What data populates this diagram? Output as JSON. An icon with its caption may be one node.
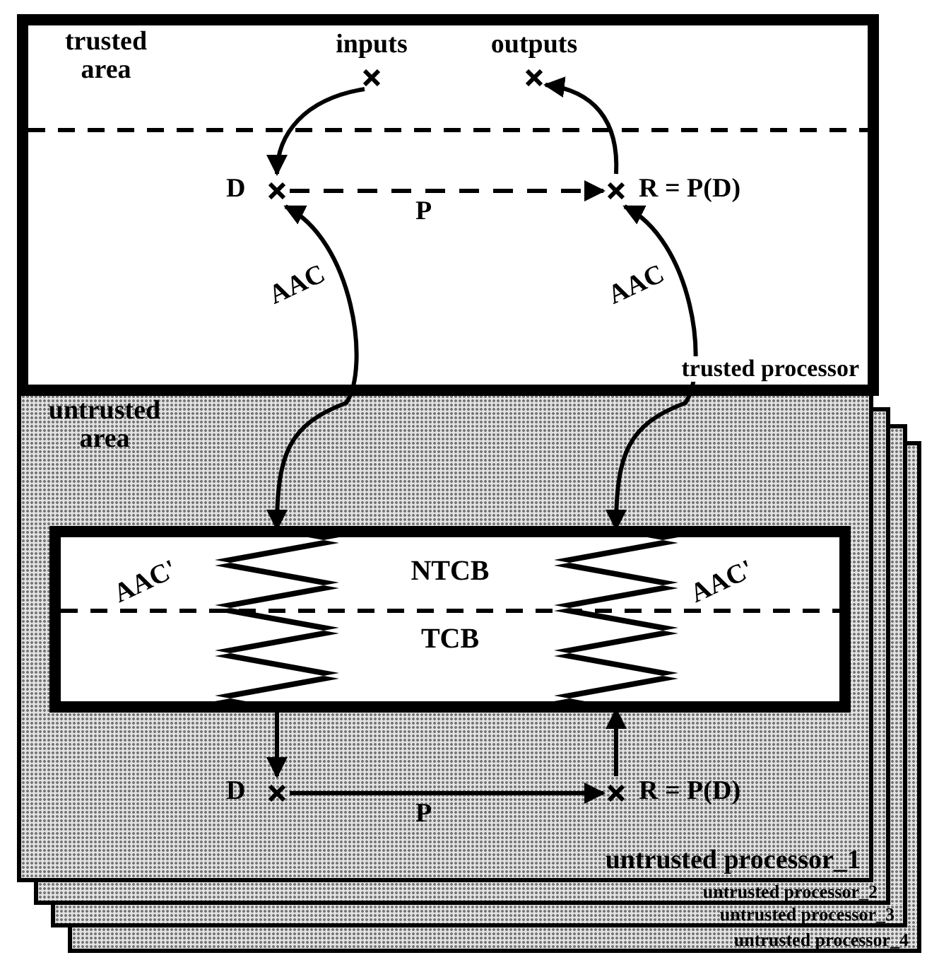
{
  "diagram": {
    "nodes": [
      {
        "text": [
          "trusted area",
          "trusted processor"
        ]
      },
      {
        "text": [
          "inputs"
        ],
        "in": 0
      },
      {
        "text": [
          "outputs"
        ],
        "in": 0
      },
      {
        "text": [
          "D"
        ],
        "in": 0
      },
      {
        "text": [
          "R = P(D)"
        ],
        "in": 0
      },
      {
        "text": [
          "untrusted area",
          "untrusted processor_1"
        ]
      },
      {
        "text": [
          "NTCB",
          "TCB"
        ],
        "in": 5
      },
      {
        "text": [],
        "shape": "zigzag",
        "in": 6,
        "beside": [
          "AAC'"
        ]
      },
      {
        "text": [],
        "shape": "zigzag",
        "in": 6,
        "beside": [
          "AAC'"
        ]
      },
      {
        "text": [
          "D"
        ],
        "in": 5
      },
      {
        "text": [
          "R = P(D)"
        ],
        "in": 5
      },
      {
        "text": [
          "untrusted processor_2"
        ]
      },
      {
        "text": [
          "untrusted processor_3"
        ]
      },
      {
        "text": [
          "untrusted processor_4"
        ]
      }
    ],
    "edges": [
      {
        "from": 1,
        "to": 3,
        "arrow": "to"
      },
      {
        "from": 4,
        "to": 2,
        "arrow": "to"
      },
      {
        "from": 3,
        "to": 4,
        "arrow": "to",
        "label": "P",
        "style": "dashed"
      },
      {
        "from": 3,
        "to": 7,
        "arrow": "both",
        "label": "AAC"
      },
      {
        "from": 4,
        "to": 8,
        "arrow": "both",
        "label": "AAC"
      },
      {
        "from": 7,
        "to": 9,
        "arrow": "to"
      },
      {
        "from": 10,
        "to": 8,
        "arrow": "to"
      },
      {
        "from": 9,
        "to": 10,
        "arrow": "to",
        "label": "P"
      }
    ]
  }
}
